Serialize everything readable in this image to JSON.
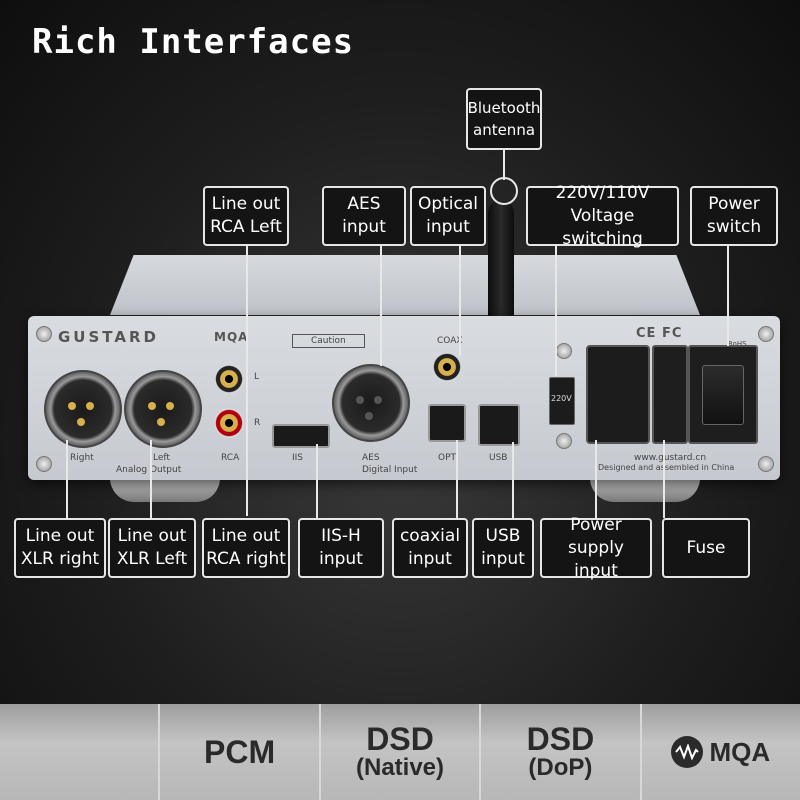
{
  "title": "Rich Interfaces",
  "callouts": {
    "bluetooth": "Bluetooth\nantenna",
    "rca_left": "Line out\nRCA   Left",
    "aes": "AES\ninput",
    "optical": "Optical\ninput",
    "voltage": "220V/110V\nVoltage switching",
    "power_switch": "Power\nswitch",
    "xlr_right": "Line out\nXLR  right",
    "xlr_left": "Line out\nXLR  Left",
    "rca_right": "Line out\nRCA  right",
    "iis": "IIS-H\ninput",
    "coaxial": "coaxial\ninput",
    "usb": "USB\ninput",
    "power_supply": "Power supply\ninput",
    "fuse": "Fuse"
  },
  "device": {
    "brand": "GUSTARD",
    "mqa_label": "MQA",
    "caution": "Caution",
    "coax_label": "COAX",
    "voltage_label": "220V",
    "cert_label": "CE FC",
    "rohs": "RoHS",
    "labels": {
      "right": "Right",
      "left": "Left",
      "rca": "RCA",
      "analog_output": "Analog Output",
      "l": "L",
      "r": "R",
      "iis": "IIS",
      "aes": "AES",
      "opt": "OPT",
      "usb": "USB",
      "digital_input": "Digital Input",
      "website": "www.gustard.cn",
      "designed": "Designed and assembled in China"
    }
  },
  "formats": {
    "pcm": "PCM",
    "dsd_native_main": "DSD",
    "dsd_native_sub": "(Native)",
    "dsd_dop_main": "DSD",
    "dsd_dop_sub": "(DoP)",
    "mqa": "MQA"
  }
}
